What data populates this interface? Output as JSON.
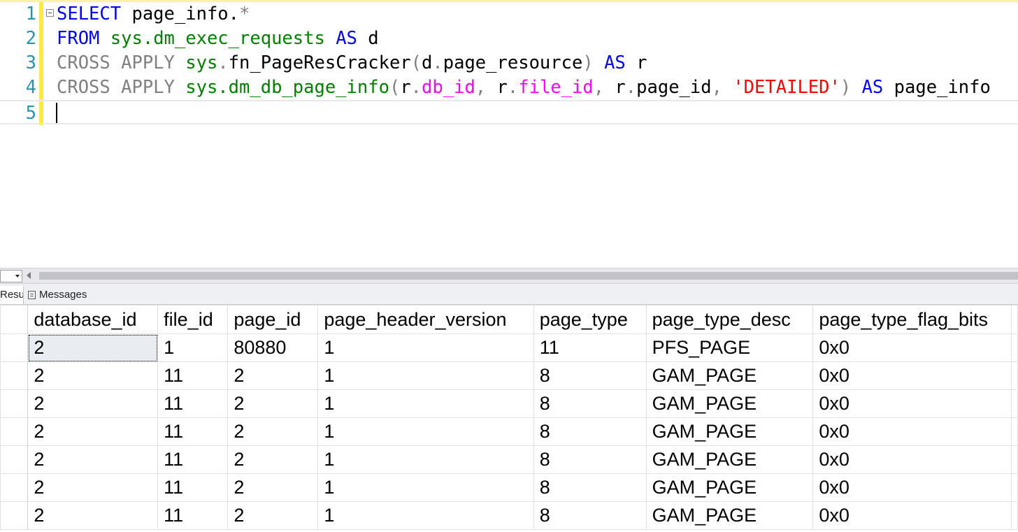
{
  "editor": {
    "lines": [
      {
        "num": "1",
        "tokens": [
          {
            "t": "SELECT",
            "c": "kw"
          },
          {
            "t": " page_info.",
            "c": "tx"
          },
          {
            "t": "*",
            "c": "gr"
          }
        ]
      },
      {
        "num": "2",
        "tokens": [
          {
            "t": "FROM",
            "c": "kw"
          },
          {
            "t": " ",
            "c": "tx"
          },
          {
            "t": "sys.dm_exec_requests",
            "c": "fn"
          },
          {
            "t": " ",
            "c": "tx"
          },
          {
            "t": "AS",
            "c": "kw"
          },
          {
            "t": " d",
            "c": "tx"
          }
        ]
      },
      {
        "num": "3",
        "tokens": [
          {
            "t": "CROSS APPLY",
            "c": "gr"
          },
          {
            "t": " ",
            "c": "tx"
          },
          {
            "t": "sys",
            "c": "fn"
          },
          {
            "t": ".",
            "c": "gr"
          },
          {
            "t": "fn_PageResCracker",
            "c": "tx"
          },
          {
            "t": "(",
            "c": "gr"
          },
          {
            "t": "d",
            "c": "tx"
          },
          {
            "t": ".",
            "c": "gr"
          },
          {
            "t": "page_resource",
            "c": "tx"
          },
          {
            "t": ")",
            "c": "gr"
          },
          {
            "t": " ",
            "c": "tx"
          },
          {
            "t": "AS",
            "c": "kw"
          },
          {
            "t": " r",
            "c": "tx"
          }
        ]
      },
      {
        "num": "4",
        "tokens": [
          {
            "t": "CROSS APPLY",
            "c": "gr"
          },
          {
            "t": " ",
            "c": "tx"
          },
          {
            "t": "sys.dm_db_page_info",
            "c": "fn"
          },
          {
            "t": "(",
            "c": "gr"
          },
          {
            "t": "r",
            "c": "tx"
          },
          {
            "t": ".",
            "c": "gr"
          },
          {
            "t": "db_id",
            "c": "pk"
          },
          {
            "t": ",",
            "c": "gr"
          },
          {
            "t": " r",
            "c": "tx"
          },
          {
            "t": ".",
            "c": "gr"
          },
          {
            "t": "file_id",
            "c": "pk"
          },
          {
            "t": ",",
            "c": "gr"
          },
          {
            "t": " r",
            "c": "tx"
          },
          {
            "t": ".",
            "c": "gr"
          },
          {
            "t": "page_id",
            "c": "tx"
          },
          {
            "t": ",",
            "c": "gr"
          },
          {
            "t": " ",
            "c": "tx"
          },
          {
            "t": "'DETAILED'",
            "c": "st"
          },
          {
            "t": ")",
            "c": "gr"
          },
          {
            "t": " ",
            "c": "tx"
          },
          {
            "t": "AS",
            "c": "kw"
          },
          {
            "t": " page_info",
            "c": "tx"
          }
        ]
      },
      {
        "num": "5",
        "tokens": []
      }
    ]
  },
  "tabs": {
    "results_label": "Results",
    "messages_label": "Messages"
  },
  "grid": {
    "columns": [
      "database_id",
      "file_id",
      "page_id",
      "page_header_version",
      "page_type",
      "page_type_desc",
      "page_type_flag_bits"
    ],
    "rows": [
      [
        "2",
        "1",
        "80880",
        "1",
        "11",
        "PFS_PAGE",
        "0x0"
      ],
      [
        "2",
        "11",
        "2",
        "1",
        "8",
        "GAM_PAGE",
        "0x0"
      ],
      [
        "2",
        "11",
        "2",
        "1",
        "8",
        "GAM_PAGE",
        "0x0"
      ],
      [
        "2",
        "11",
        "2",
        "1",
        "8",
        "GAM_PAGE",
        "0x0"
      ],
      [
        "2",
        "11",
        "2",
        "1",
        "8",
        "GAM_PAGE",
        "0x0"
      ],
      [
        "2",
        "11",
        "2",
        "1",
        "8",
        "GAM_PAGE",
        "0x0"
      ],
      [
        "2",
        "11",
        "2",
        "1",
        "8",
        "GAM_PAGE",
        "0x0"
      ]
    ]
  }
}
